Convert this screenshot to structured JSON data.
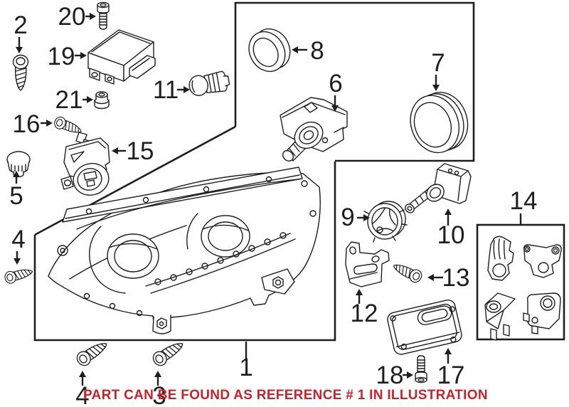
{
  "colors": {
    "line": "#1e1e1e",
    "background": "#ffffff",
    "notice": "#c8232c"
  },
  "notice": {
    "text": "PART CAN BE FOUND AS REFERENCE # 1 IN ILLUSTRATION"
  },
  "labels": {
    "n1": "1",
    "n2": "2",
    "n3": "3",
    "n4": "4",
    "n5": "5",
    "n6": "6",
    "n7": "7",
    "n8": "8",
    "n9": "9",
    "n10": "10",
    "n11": "11",
    "n12": "12",
    "n13": "13",
    "n14": "14",
    "n15": "15",
    "n16": "16",
    "n17": "17",
    "n18": "18",
    "n19": "19",
    "n20": "20",
    "n21": "21"
  }
}
